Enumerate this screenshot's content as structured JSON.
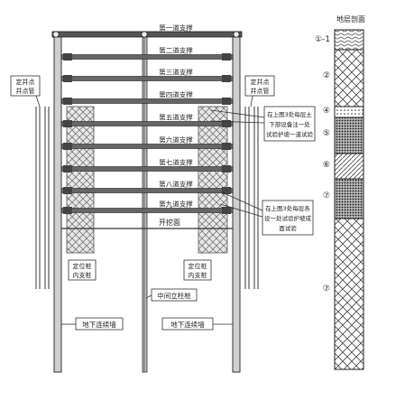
{
  "diagram": {
    "strut_labels": [
      "第一道支撑",
      "第二道支撑",
      "第三道支撑",
      "第四道支撑",
      "第五道支撑",
      "第六道支撑",
      "第七道支撑",
      "第八道支撑",
      "第九道支撑"
    ],
    "excavation_bottom_label": "开挖面",
    "well_left_label": [
      "定井点",
      "井点管"
    ],
    "well_right_label": [
      "定井点",
      "井点管"
    ],
    "pile_left_label": [
      "定位桩",
      "内支桩"
    ],
    "pile_right_label": [
      "定位桩",
      "内支桩"
    ],
    "middle_column_label": "中间立柱桩",
    "wall_left_label": "地下连续墙",
    "wall_right_label": "地下连续墙",
    "callout_top": [
      "在上图3处每层土",
      "下部设备注一处",
      "试验护坡一道试验"
    ],
    "callout_bottom": [
      "在上图3处每层各",
      "设一处试验护坡成",
      "面试验"
    ]
  },
  "soil_column": {
    "title": "地层剖面",
    "layers": [
      {
        "label": "①-1",
        "pattern": "wave"
      },
      {
        "label": "②",
        "pattern": "cross"
      },
      {
        "label": "④",
        "pattern": "dots"
      },
      {
        "label": "⑤",
        "pattern": "dense"
      },
      {
        "label": "⑥",
        "pattern": "hatch"
      },
      {
        "label": "⑦",
        "pattern": "dense"
      },
      {
        "label": "⑦",
        "pattern": "cross"
      }
    ]
  }
}
